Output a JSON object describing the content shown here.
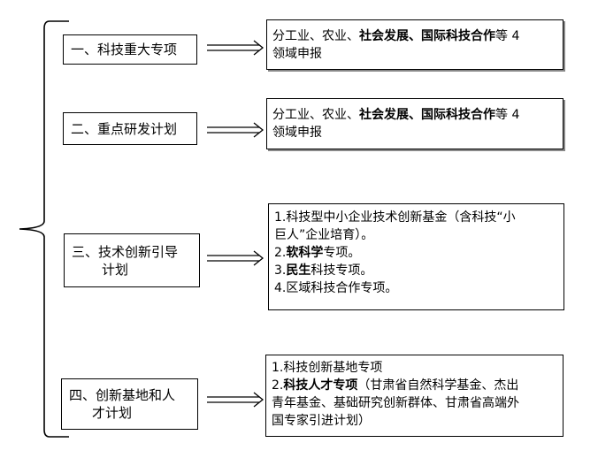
{
  "rows": [
    {
      "label_lines": [
        "一、科技重大专项"
      ],
      "detail": [
        [
          {
            "t": "分工业、农业、",
            "b": false
          },
          {
            "t": "社会发展、国际科技合作",
            "b": true
          },
          {
            "t": "等 4",
            "b": false
          }
        ],
        [
          {
            "t": "领域申报",
            "b": false
          }
        ]
      ]
    },
    {
      "label_lines": [
        "二、重点研发计划"
      ],
      "detail": [
        [
          {
            "t": "分工业、农业、",
            "b": false
          },
          {
            "t": "社会发展、国际科技合作",
            "b": true
          },
          {
            "t": "等 4",
            "b": false
          }
        ],
        [
          {
            "t": "领域申报",
            "b": false
          }
        ]
      ]
    },
    {
      "label_lines": [
        "三、技术创新引导",
        "计划"
      ],
      "detail": [
        [
          {
            "t": "1.科技型中小企业技术创新基金（含科技“小",
            "b": false
          }
        ],
        [
          {
            "t": "巨人”企业培育）。",
            "b": false
          }
        ],
        [
          {
            "t": "2.",
            "b": false
          },
          {
            "t": "软科学",
            "b": true
          },
          {
            "t": "专项。",
            "b": false
          }
        ],
        [
          {
            "t": "3.",
            "b": false
          },
          {
            "t": "民生",
            "b": true
          },
          {
            "t": "科技专项。",
            "b": false
          }
        ],
        [
          {
            "t": "4.区域科技合作专项。",
            "b": false
          }
        ]
      ]
    },
    {
      "label_lines": [
        "四、创新基地和人",
        "才计划"
      ],
      "detail": [
        [
          {
            "t": "1.科技创新基地专项",
            "b": false
          }
        ],
        [
          {
            "t": "2.",
            "b": false
          },
          {
            "t": "科技人才专项",
            "b": true
          },
          {
            "t": "（甘肃省自然科学基金、杰出",
            "b": false
          }
        ],
        [
          {
            "t": "青年基金、基础研究创新群体、甘肃省高端外",
            "b": false
          }
        ],
        [
          {
            "t": "国专家引进计划）",
            "b": false
          }
        ]
      ]
    }
  ]
}
